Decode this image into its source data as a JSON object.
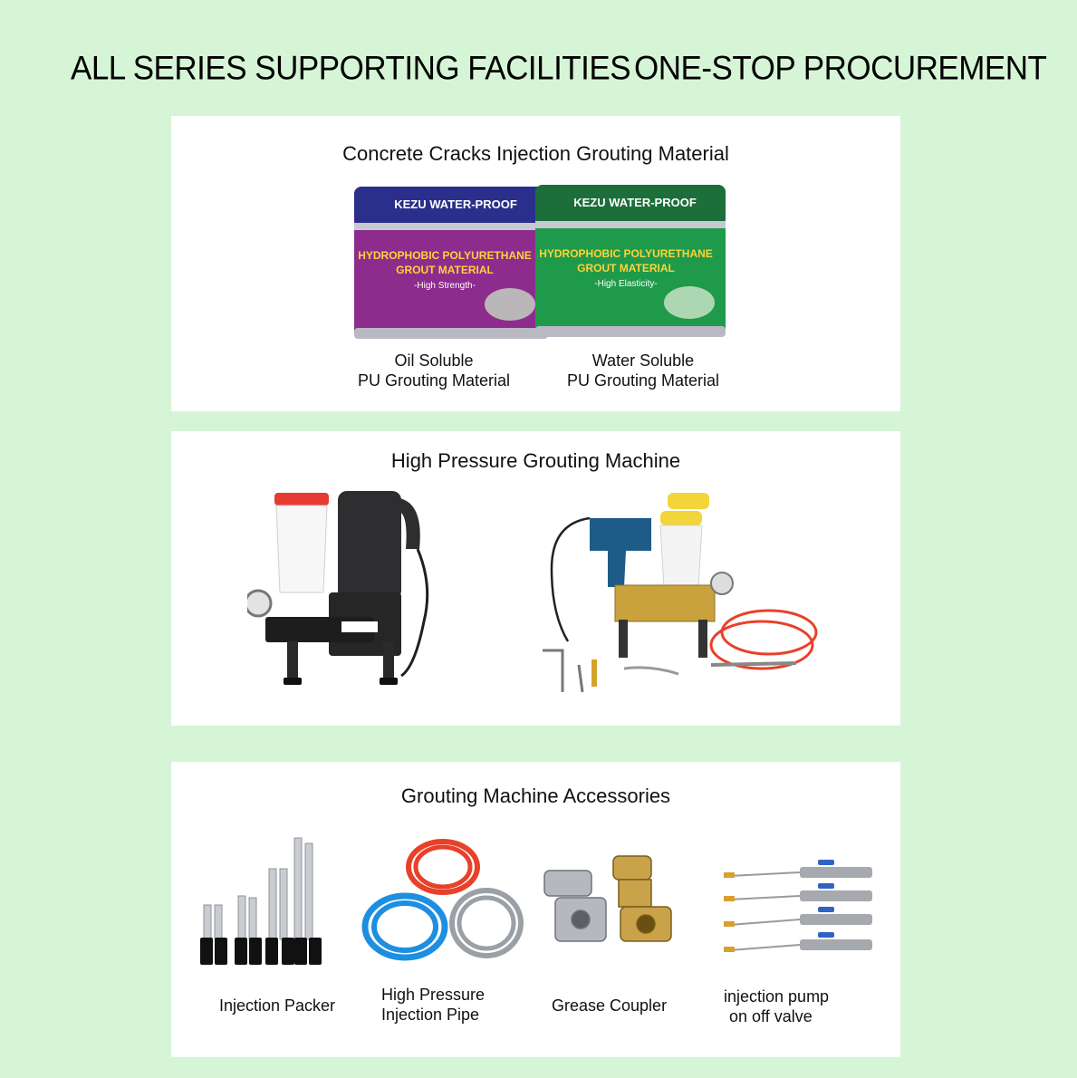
{
  "header": {
    "left": "ALL SERIES SUPPORTING FACILITIES",
    "right": "ONE-STOP PROCUREMENT"
  },
  "materials": {
    "title": "Concrete Cracks Injection Grouting Material",
    "can_brand": "KEZU WATER-PROOF",
    "can_product": [
      "HYDROPHOBIC POLYURETHANE",
      "GROUT MATERIAL"
    ],
    "oil_can_tag": "-High Strength-",
    "water_can_tag": "-High Elasticity-",
    "oil_caption": [
      "Oil Soluble",
      "PU Grouting Material"
    ],
    "water_caption": [
      "Water Soluble",
      "PU Grouting Material"
    ],
    "colors": {
      "oil_can": "#8e2c8e",
      "water_can": "#1f9a4a",
      "lid": "#2a2f8c"
    }
  },
  "machines": {
    "title": "High Pressure Grouting Machine",
    "images": [
      "electric-grouting-pump-image",
      "dual-barrel-grouting-machine-image"
    ]
  },
  "accessories": {
    "title": "Grouting Machine Accessories",
    "packer_caption": "Injection Packer",
    "pipe_caption": [
      "High Pressure",
      "Injection Pipe"
    ],
    "coupler_caption": "Grease Coupler",
    "valve_caption": [
      "injection pump",
      "on off valve"
    ],
    "colors": {
      "hose_red": "#e8412a",
      "hose_blue": "#1e8fe0",
      "hose_steel": "#9aa0a6"
    }
  }
}
